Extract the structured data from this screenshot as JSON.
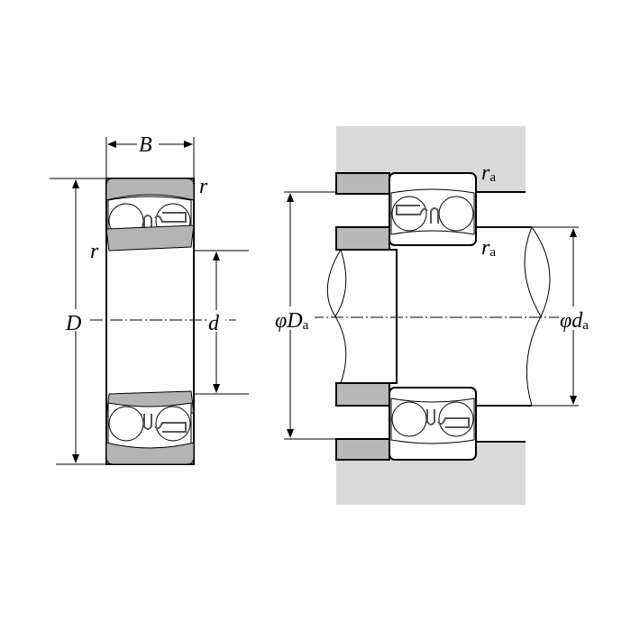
{
  "title": "Self-aligning ball bearing dimensions and mounting",
  "labels": {
    "width": "B",
    "chamfer_top": "r",
    "chamfer_side": "r",
    "outer_diameter": "D",
    "bore_diameter": "d",
    "housing_shoulder_prefix": "φ",
    "housing_shoulder": "D",
    "housing_shoulder_sub": "a",
    "shaft_shoulder_prefix": "φ",
    "shaft_shoulder": "d",
    "shaft_shoulder_sub": "a",
    "fillet_housing": "r",
    "fillet_housing_sub": "a",
    "fillet_shaft": "r",
    "fillet_shaft_sub": "a"
  },
  "colors": {
    "ring": "#b4b4b4",
    "housing": "#d9d9d9",
    "spacer": "#b8b8b8",
    "line": "#000000"
  }
}
